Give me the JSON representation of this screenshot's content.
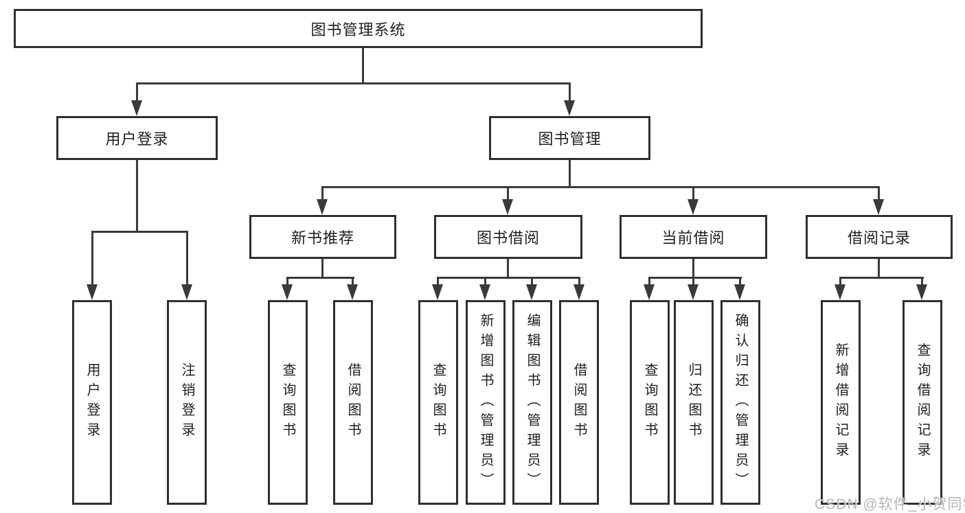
{
  "diagram_title": "图书管理系统",
  "tree": {
    "label": "图书管理系统",
    "children": [
      {
        "label": "用户登录",
        "children": [
          {
            "label": "用户登录"
          },
          {
            "label": "注销登录"
          }
        ]
      },
      {
        "label": "图书管理",
        "children": [
          {
            "label": "新书推荐",
            "children": [
              {
                "label": "查询图书"
              },
              {
                "label": "借阅图书"
              }
            ]
          },
          {
            "label": "图书借阅",
            "children": [
              {
                "label": "查询图书"
              },
              {
                "label": "新增图书（管理员）"
              },
              {
                "label": "编辑图书（管理员）"
              },
              {
                "label": "借阅图书"
              }
            ]
          },
          {
            "label": "当前借阅",
            "children": [
              {
                "label": "查询图书"
              },
              {
                "label": "归还图书"
              },
              {
                "label": "确认归还（管理员）"
              }
            ]
          },
          {
            "label": "借阅记录",
            "children": [
              {
                "label": "新增借阅记录"
              },
              {
                "label": "查询借阅记录"
              }
            ]
          }
        ]
      }
    ]
  },
  "watermark": {
    "text": "CSDN @软件_小贺同学"
  },
  "colors": {
    "line": "#3a3a3a",
    "box_border": "#2f2f2f",
    "text": "#1f1f1f",
    "watermark": "#b6b6b6",
    "background": "#ffffff"
  }
}
